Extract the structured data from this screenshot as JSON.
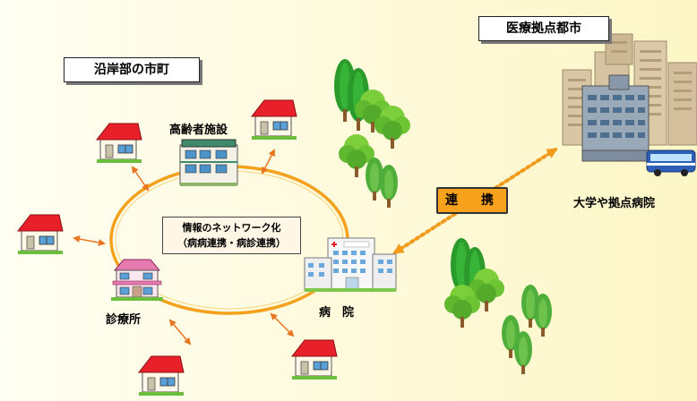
{
  "labels": {
    "coastal_towns": "沿岸部の市町",
    "medical_hub_city": "医療拠点都市",
    "elderly_facility": "高齢者施設",
    "clinic": "診療所",
    "hospital": "病　院",
    "university_hospital": "大学や拠点病院",
    "cooperation": "連　携",
    "network_line1": "情報のネットワーク化",
    "network_line2": "（病病連携・病診連携）"
  },
  "colors": {
    "ring": "#f4a21e",
    "arrow": "#e8751f",
    "dotted_arrow": "#f29a1a",
    "house_roof": "#e8202a",
    "tree_dark": "#2a9a2a",
    "tree_light": "#7ccf3a"
  }
}
